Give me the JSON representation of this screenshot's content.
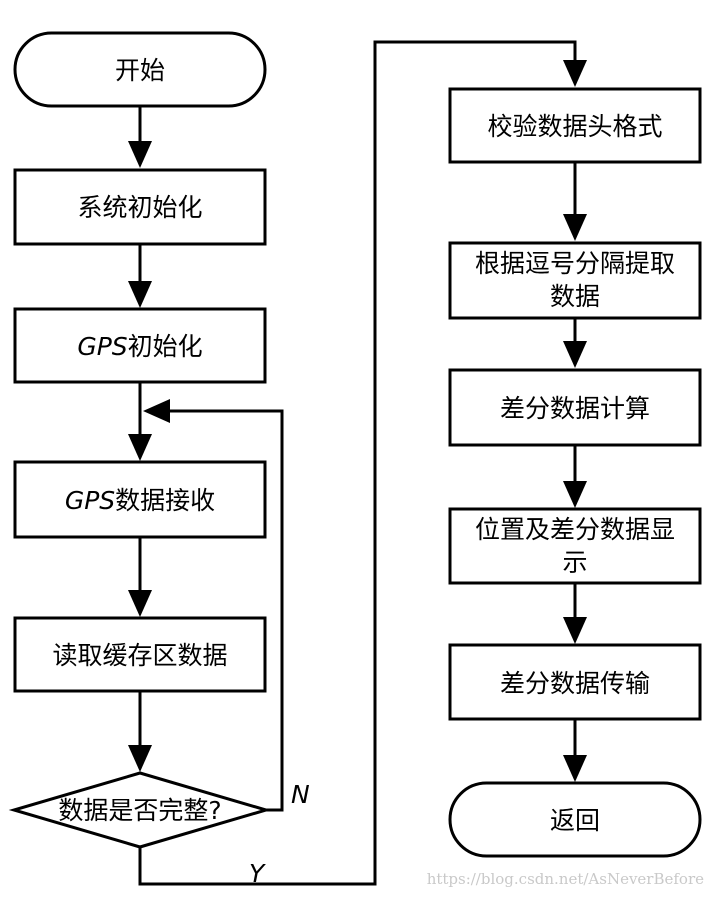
{
  "nodes": {
    "start": "开始",
    "system_init": "系统初始化",
    "gps_init_prefix": "GPS",
    "gps_init_suffix": "初始化",
    "gps_receive_prefix": "GPS",
    "gps_receive_suffix": "数据接收",
    "read_buffer": "读取缓存区数据",
    "decision": "数据是否完整?",
    "check_header": "校验数据头格式",
    "extract_line1": "根据逗号分隔提取",
    "extract_line2": "数据",
    "diff_calc": "差分数据计算",
    "display_line1": "位置及差分数据显",
    "display_line2": "示",
    "diff_transmit": "差分数据传输",
    "return": "返回"
  },
  "edges": {
    "no_label": "N",
    "yes_label": "Y"
  },
  "watermark": "https://blog.csdn.net/AsNeverBefore"
}
